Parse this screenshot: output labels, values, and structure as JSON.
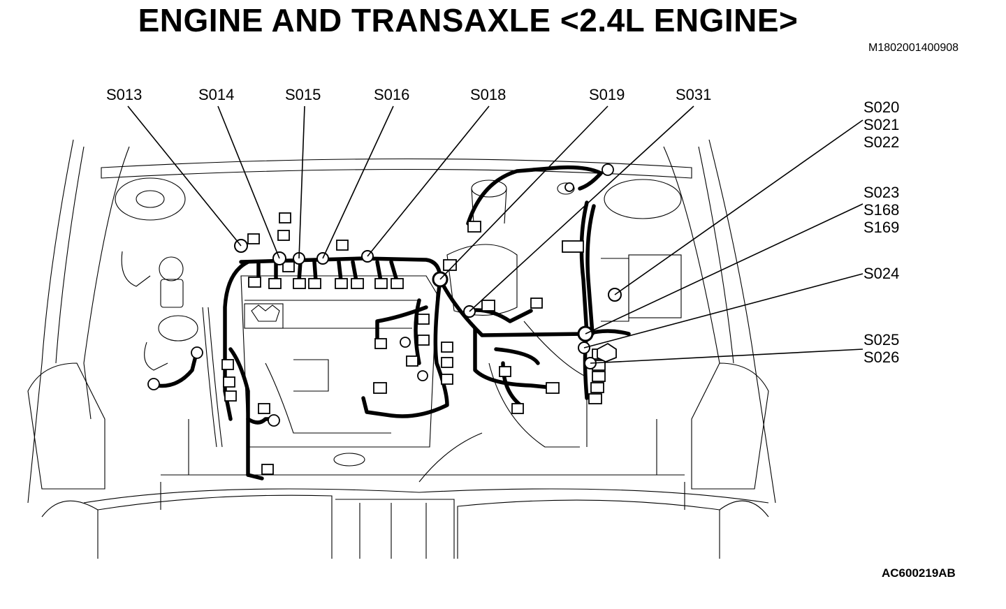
{
  "title": "ENGINE AND TRANSAXLE <2.4L ENGINE>",
  "doc_id": "M1802001400908",
  "figure_id": "AC600219AB",
  "labels": {
    "s013": "S013",
    "s014": "S014",
    "s015": "S015",
    "s016": "S016",
    "s018": "S018",
    "s019": "S019",
    "s031": "S031",
    "s020": "S020",
    "s021": "S021",
    "s022": "S022",
    "s023": "S023",
    "s168": "S168",
    "s169": "S169",
    "s024": "S024",
    "s025": "S025",
    "s026": "S026"
  }
}
